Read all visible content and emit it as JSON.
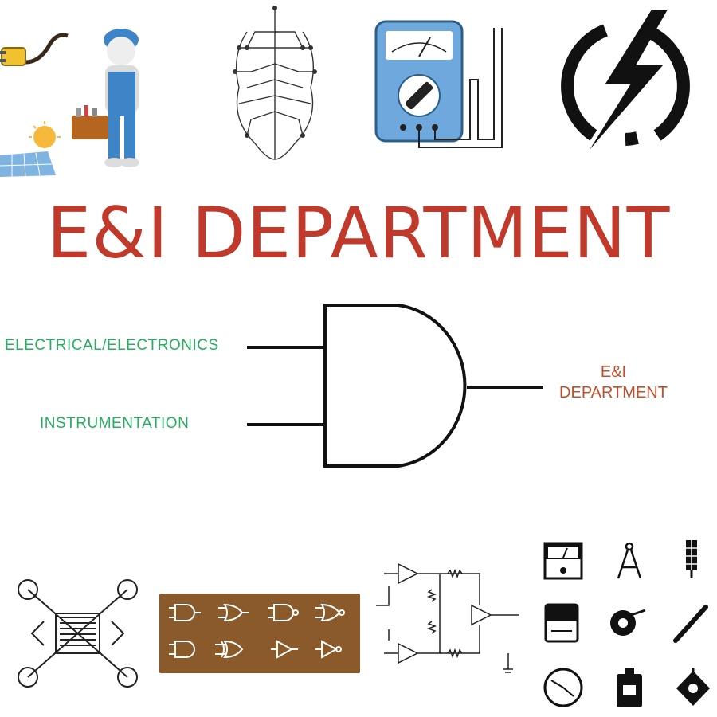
{
  "title": "E&I DEPARTMENT",
  "gate": {
    "input_a_label": "ELECTRICAL/ELECTRONICS",
    "input_b_label": "INSTRUMENTATION",
    "output_label_line1": "E&I",
    "output_label_line2": "DEPARTMENT"
  },
  "colors": {
    "title": "#c0392b",
    "input_labels": "#27ae60",
    "output_label": "#c0502b",
    "gate_stroke": "#111111",
    "gate_tile": "#8b5a2b",
    "meter_blue": "#6fa8dc",
    "worker_blue": "#3d85c6"
  },
  "icons": [
    "power-plug-icon",
    "worker-with-toolbox-icon",
    "solar-panel-icon",
    "circuit-brain-icon",
    "multimeter-icon",
    "lightning-bolt-icon",
    "circuit-wrench-icon",
    "logic-gates-tile-icon",
    "op-amp-circuit-icon",
    "panel-meter-icon",
    "compass-icon",
    "strip-icon",
    "beaker-icon",
    "tape-measure-icon",
    "stick-icon",
    "gauge-icon",
    "bottle-icon",
    "valve-icon"
  ]
}
